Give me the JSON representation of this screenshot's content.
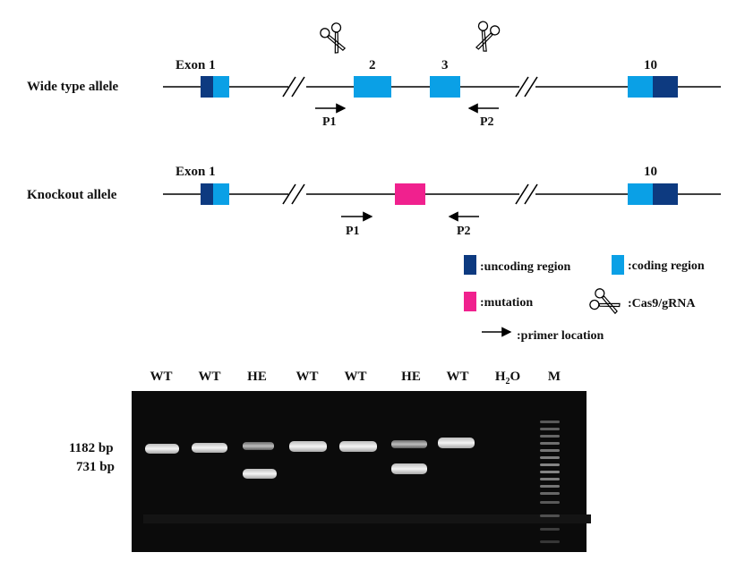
{
  "wild_type": {
    "label": "Wide type allele",
    "exon1_label": "Exon 1",
    "exon2_label": "2",
    "exon3_label": "3",
    "exon10_label": "10",
    "primer1": "P1",
    "primer2": "P2"
  },
  "knockout": {
    "label": "Knockout allele",
    "exon1_label": "Exon 1",
    "exon10_label": "10",
    "primer1": "P1",
    "primer2": "P2"
  },
  "legend": {
    "uncoding": ":uncoding region",
    "coding": ":coding region",
    "mutation": ":mutation",
    "cas9": ":Cas9/gRNA",
    "primer": ":primer location"
  },
  "gel": {
    "lanes": [
      {
        "label": "WT",
        "bands": [
          1182
        ]
      },
      {
        "label": "WT",
        "bands": [
          1182
        ]
      },
      {
        "label": "HE",
        "bands": [
          1182,
          731
        ]
      },
      {
        "label": "WT",
        "bands": [
          1182
        ]
      },
      {
        "label": "WT",
        "bands": [
          1182
        ]
      },
      {
        "label": "HE",
        "bands": [
          1182,
          731
        ]
      },
      {
        "label": "WT",
        "bands": [
          1182
        ]
      },
      {
        "label": "H2O",
        "bands": []
      },
      {
        "label": "M",
        "bands": []
      }
    ],
    "h2o_main": "H",
    "h2o_sub": "2",
    "h2o_tail": "O",
    "size_labels": [
      "1182 bp",
      "731 bp"
    ]
  },
  "colors": {
    "uncoding": "#0d3a80",
    "coding": "#0aa0e6",
    "mutation": "#f0218e",
    "gel_bg": "#0b0b0b"
  }
}
